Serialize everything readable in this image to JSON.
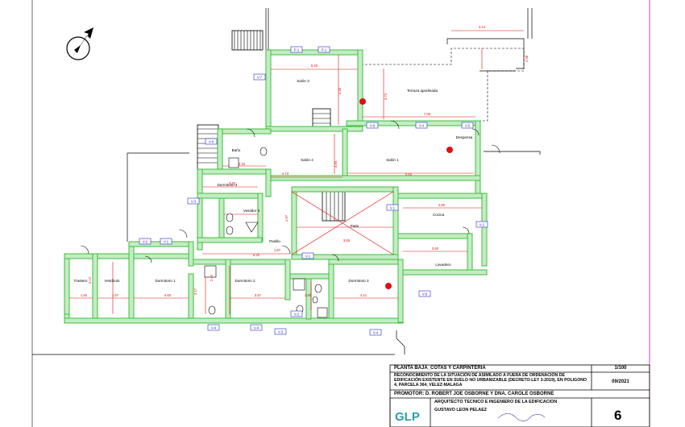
{
  "rooms": [
    {
      "id": "salon3",
      "label": "Salón 3"
    },
    {
      "id": "terraza",
      "label": "Terraza ajardinada"
    },
    {
      "id": "salon2",
      "label": "Salón 2"
    },
    {
      "id": "salon1",
      "label": "Salón 1"
    },
    {
      "id": "despensa",
      "label": "Despensa"
    },
    {
      "id": "bano",
      "label": "Baño"
    },
    {
      "id": "dorm4",
      "label": "Dormitorio 4"
    },
    {
      "id": "vest2",
      "label": "Vestidor 2"
    },
    {
      "id": "pasillo",
      "label": "Pasillo"
    },
    {
      "id": "patio",
      "label": "Patio"
    },
    {
      "id": "cocina",
      "label": "Cocina"
    },
    {
      "id": "lavadero",
      "label": "Lavadero"
    },
    {
      "id": "trastero",
      "label": "Trastero"
    },
    {
      "id": "vestibulo",
      "label": "Vestíbulo"
    },
    {
      "id": "dorm1",
      "label": "Dormitorio 1"
    },
    {
      "id": "dorm2",
      "label": "Dormitorio 2"
    },
    {
      "id": "dorm3",
      "label": "Dormitorio 3"
    }
  ],
  "dimensions": [
    "4.14",
    "2.38",
    "5.20",
    "3.74",
    "4.30",
    "7.05",
    "4.73",
    "3.85",
    "5.65",
    "2.33",
    "3.40",
    "1.97",
    "1.87",
    "6.20",
    "4.60",
    "3.17",
    "1.60",
    "1.57",
    "4.80",
    "3.57",
    "1.95",
    "4.21",
    "3.12",
    "2.42",
    "3.65",
    "3.60"
  ],
  "openings": [
    "P-1",
    "P-1",
    "V-7",
    "V-6",
    "V-8",
    "V-4",
    "V-5",
    "V-3",
    "V-1",
    "V-2",
    "V-1",
    "V-2",
    "V-1",
    "V-4",
    "V-4",
    "V-3",
    "V-4",
    "V-6",
    "V-2"
  ],
  "title_block": {
    "drawing_title": "PLANTA BAJA_COTAS Y CARPINTERIA",
    "scale": "1/100",
    "project_text": "RECONOCIMIENTO DE LA SITUACIÓN DE ASIMILADO A FUERA DE ORDENACIÓN DE EDIFICACIÓN EXISTENTE EN SUELO NO URBANIZABLE (DECRETO-LEY 3-2019), EN POLIGONO 4, PARCELA 364, VELEZ-MALAGA",
    "date": "09/2021",
    "promoter": "PROMOTOR: D. ROBERT JOE OSBORNE Y DÑA. CAROLE OSBORNE",
    "architect_role": "ARQUITECTO TECNICO E INGENIERO DE LA EDIFICACION",
    "architect_name": "GUSTAVO LEON PELAEZ",
    "logo": "GLP",
    "sheet_number": "6"
  },
  "colors": {
    "wall": "#3dbf3d",
    "wall_fill": "#c4ecc4",
    "dimension": "#e01010",
    "window_tag": "#2a2ad0",
    "line": "#000000"
  }
}
